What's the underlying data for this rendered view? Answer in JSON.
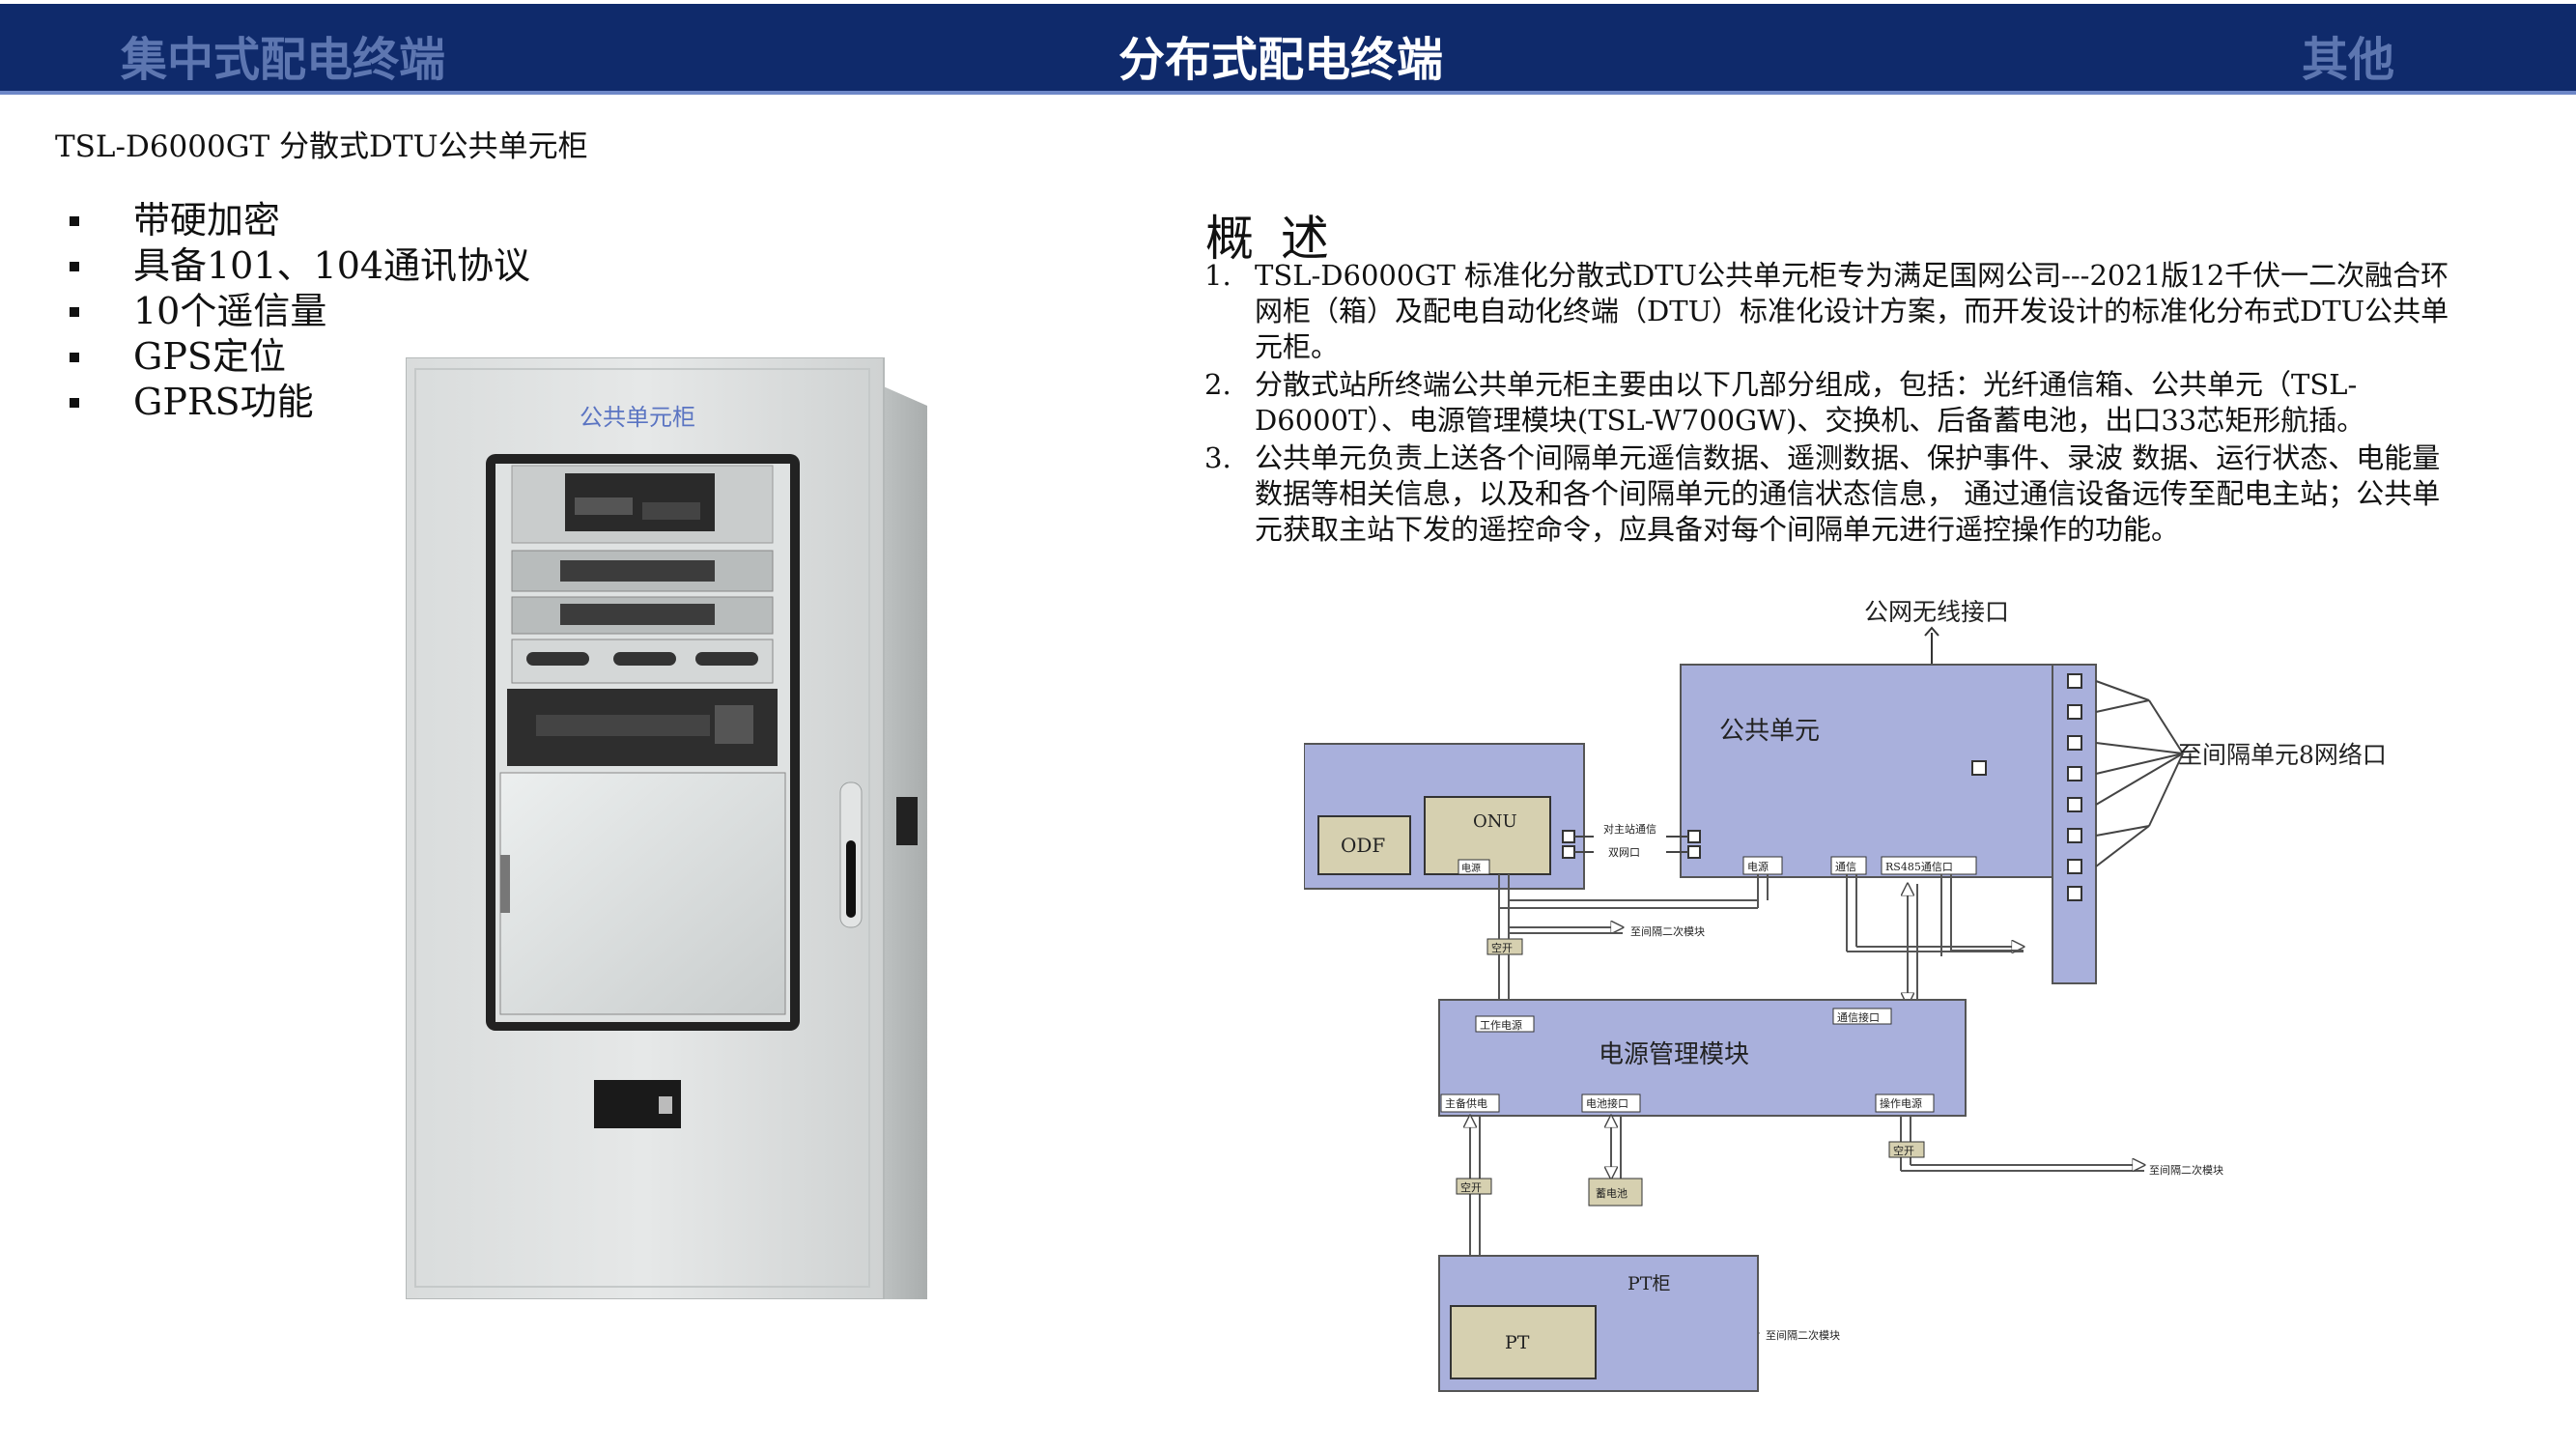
{
  "tabs": [
    {
      "label": "集中式配电终端",
      "state": "inactive"
    },
    {
      "label": "分布式配电终端",
      "state": "active"
    },
    {
      "label": "其他",
      "state": "inactive"
    }
  ],
  "colors": {
    "header_bg": "#0f2a6b",
    "tab_inactive": "#5d76b0",
    "tab_active": "#ffffff",
    "diagram_box": "#a9b0dc",
    "diagram_inner": "#d6d0b0"
  },
  "product_title": "TSL-D6000GT 分散式DTU公共单元柜",
  "features": [
    "带硬加密",
    "具备101、104通讯协议",
    "10个遥信量",
    "GPS定位",
    "GPRS功能"
  ],
  "cabinet": {
    "label": "公共单元柜"
  },
  "overview": {
    "title": "概 述",
    "items": [
      {
        "num": "1.",
        "text": "TSL-D6000GT 标准化分散式DTU公共单元柜专为满足国网公司---2021版12千伏一二次融合环网柜（箱）及配电自动化终端（DTU）标准化设计方案，而开发设计的标准化分布式DTU公共单元柜。"
      },
      {
        "num": "2.",
        "text": "分散式站所终端公共单元柜主要由以下几部分组成，包括：光纤通信箱、公共单元（TSL-D6000T）、电源管理模块(TSL-W700GW)、交换机、后备蓄电池，出口33芯矩形航插。"
      },
      {
        "num": "3.",
        "text": "公共单元负责上送各个间隔单元遥信数据、遥测数据、保护事件、录波 数据、运行状态、电能量数据等相关信息，以及和各个间隔单元的通信状态信息， 通过通信设备远传至配电主站；公共单元获取主站下发的遥控命令，应具备对每个间隔单元进行遥控操作的功能。"
      }
    ]
  },
  "diagram": {
    "wireless": "公网无线接口",
    "public_unit": "公共单元",
    "to_interval": "至间隔单元8网络口",
    "odf": "ODF",
    "onu": "ONU",
    "onu_power": "电源",
    "main_station_port_1": "对主站通信",
    "main_station_port_2": "双网口",
    "pu_power": "电源",
    "pu_comm": "通信",
    "pu_rs485": "RS485通信口",
    "switch": "空开",
    "to_secondary": "至间隔二次模块",
    "power_module": "电源管理模块",
    "work_power": "工作电源",
    "comm_port": "通信接口",
    "main_power": "主备供电",
    "battery_port": "电池接口",
    "operate_power": "操作电源",
    "battery": "蓄电池",
    "pt_cabinet": "PT柜",
    "pt": "PT"
  }
}
